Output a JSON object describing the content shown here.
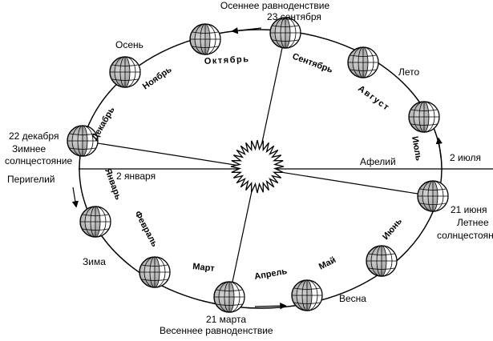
{
  "labels": {
    "autumn_equinox_line1": "Осеннее равноденствие",
    "autumn_equinox_line2": "23 сентября",
    "autumn": "Осень",
    "summer": "Лето",
    "winter": "Зима",
    "spring": "Весна",
    "winter_solstice_line1": "22 декабря",
    "winter_solstice_line2": "Зимнее",
    "winter_solstice_line3": "солнцестояние",
    "perihelion": "Перигелий",
    "perihelion_date": "2 января",
    "aphelion": "Афелий",
    "aphelion_date": "2 июля",
    "summer_solstice_line1": "21 июня",
    "summer_solstice_line2": "Летнее",
    "summer_solstice_line3": "солнцестояние",
    "spring_equinox_line1": "21 марта",
    "spring_equinox_line2": "Весеннее равноденствие"
  },
  "months": {
    "october": "Октябрь",
    "september": "Сентябрь",
    "august": "Август",
    "july": "Июль",
    "june": "Июнь",
    "may": "Май",
    "april": "Апрель",
    "march": "Март",
    "february": "Февраль",
    "january": "Январь",
    "december": "Декабрь",
    "november": "Ноябрь"
  },
  "icons": {
    "sun": "sun-icon",
    "earth": "earth-globe-icon",
    "arrow": "orbit-direction-arrow-icon"
  }
}
